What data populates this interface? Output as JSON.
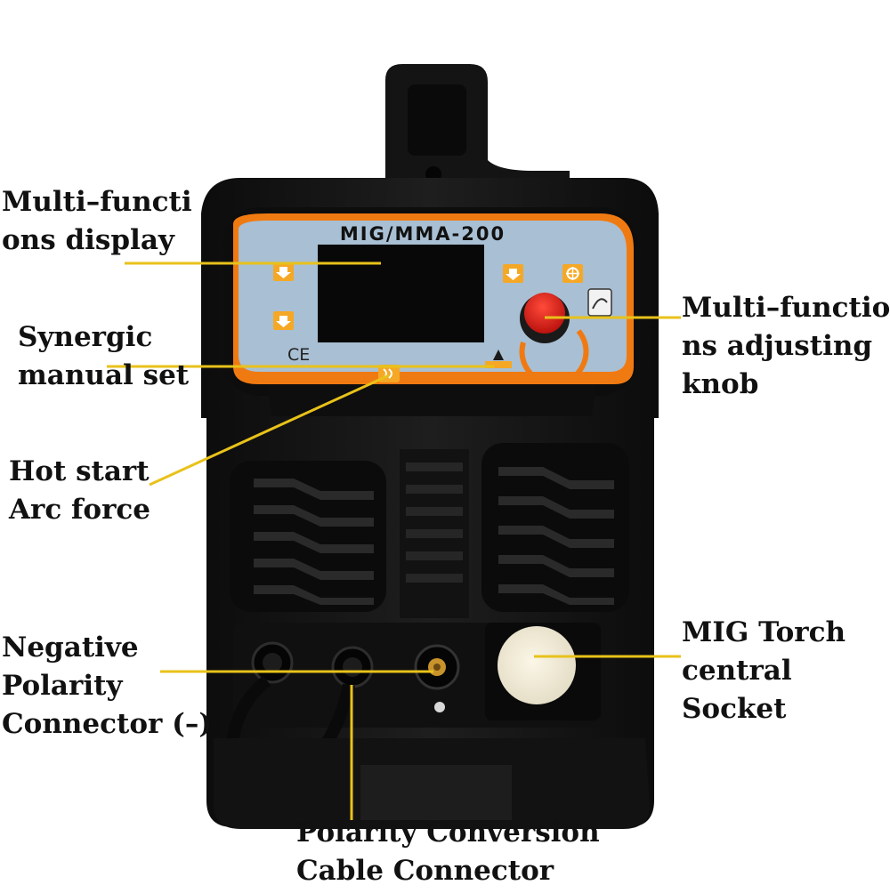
{
  "machine": {
    "model_text": "MIG/MMA-200",
    "ce_mark": "CE",
    "colors": {
      "body": "#151515",
      "panel": "#a9bfd3",
      "accent": "#f07a12",
      "knob": "#e0201a",
      "callout": "#e8c21a"
    }
  },
  "labels": {
    "display": [
      "Multi–functi",
      "ons display"
    ],
    "synergic": [
      "Synergic",
      "manual  set"
    ],
    "hotstart": [
      "Hot start",
      "Arc force"
    ],
    "negative": [
      "Negative",
      "Polarity",
      "Connector (–)"
    ],
    "knob": [
      "Multi–functio",
      "ns adjusting",
      "knob"
    ],
    "torch": [
      "MIG Torch",
      "central",
      "Socket"
    ],
    "polarity": [
      "Polarity Conversion",
      "Cable Connector"
    ]
  }
}
